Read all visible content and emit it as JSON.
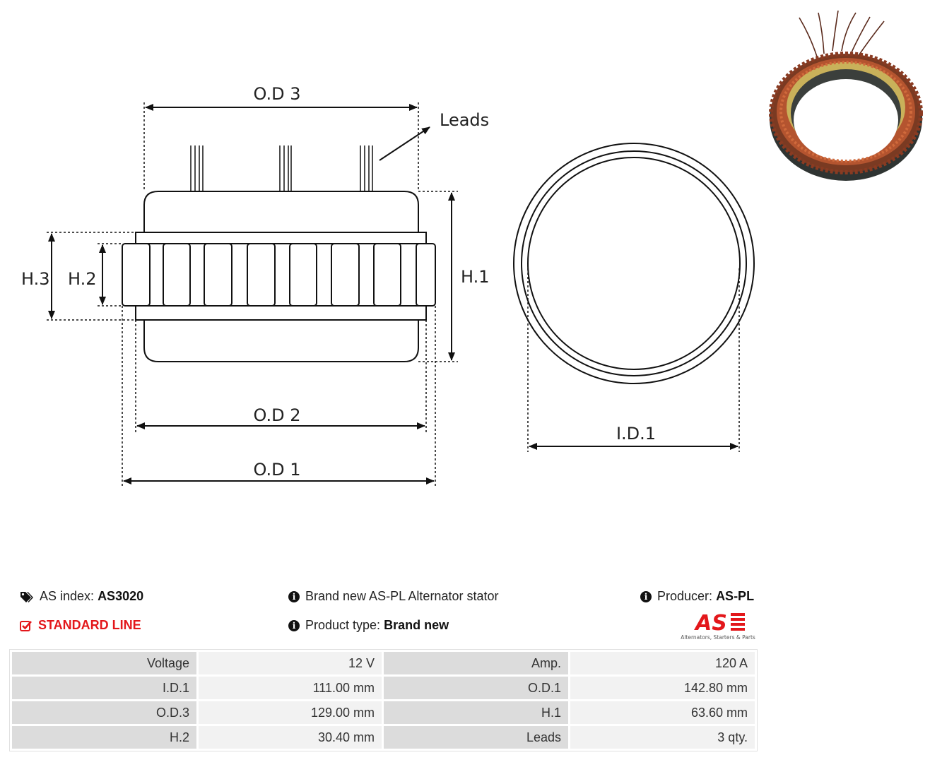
{
  "drawing": {
    "labels": {
      "od3": "O.D 3",
      "od2": "O.D 2",
      "od1": "O.D 1",
      "id1": "I.D.1",
      "h1": "H.1",
      "h2": "H.2",
      "h3": "H.3",
      "leads": "Leads"
    }
  },
  "info": {
    "as_index_label": "AS index:",
    "as_index_value": "AS3020",
    "standard_line": "STANDARD LINE",
    "description": "Brand new AS-PL Alternator stator",
    "product_type_label": "Product type:",
    "product_type_value": "Brand new",
    "producer_label": "Producer:",
    "producer_value": "AS-PL",
    "logo_text": "AS",
    "logo_tagline": "Alternators, Starters & Parts"
  },
  "icons": {
    "tag": "tags-icon",
    "check": "checkbox-icon",
    "info": "info-circle-icon"
  },
  "colors": {
    "accent_red": "#e3171b",
    "label_cell": "#dcdcdc",
    "value_cell": "#f2f2f2"
  },
  "specs": [
    {
      "l1": "Voltage",
      "v1": "12 V",
      "l2": "Amp.",
      "v2": "120 A"
    },
    {
      "l1": "I.D.1",
      "v1": "111.00 mm",
      "l2": "O.D.1",
      "v2": "142.80 mm"
    },
    {
      "l1": "O.D.3",
      "v1": "129.00 mm",
      "l2": "H.1",
      "v2": "63.60 mm"
    },
    {
      "l1": "H.2",
      "v1": "30.40 mm",
      "l2": "Leads",
      "v2": "3 qty."
    }
  ]
}
